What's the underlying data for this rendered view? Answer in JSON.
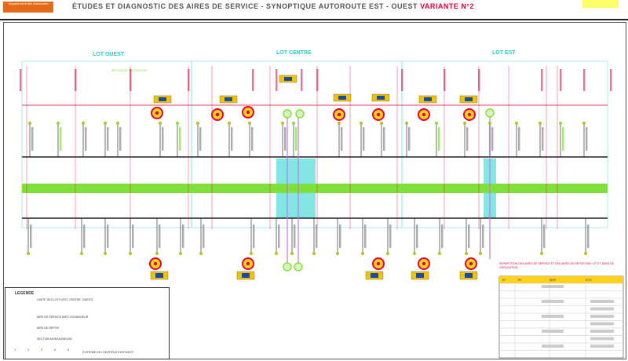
{
  "header": {
    "logo_text": "Département des Autoroutes",
    "title_grey": "ÉTUDES ET DIAGNOSTIC DES AIRES DE SERVICE - SYNOPTIQUE AUTOROUTE EST - OUEST",
    "title_red": "VARIANTE N°2"
  },
  "lots": [
    {
      "label": "LOT OUEST"
    },
    {
      "label": "LOT CENTRE"
    },
    {
      "label": "LOT EST"
    }
  ],
  "note_top": "SECTION DE L'AUTOROUTE",
  "legend": {
    "title": "LEGENDE",
    "items": [
      {
        "label": "LIMITE DES LOTS (EST, CENTRE, OUEST)"
      },
      {
        "label": "AIRE DE SERVICE AVEC ECHANGEUR"
      },
      {
        "label": "AIRE DE REPOS"
      },
      {
        "label": "SECTION MONTAGNEUSE"
      },
      {
        "label": "SYSTEME DE CONTRÔLE EXISTANTS"
      }
    ],
    "circles": [
      "1",
      "2",
      "3",
      "4",
      "5"
    ]
  },
  "table": {
    "title": "REPARTITION DES AIRES DE SERVICE ET DES AIRES DE REPOS PAR LOT ET SENS DE CIRCULATION",
    "headers": [
      "N°",
      "PK",
      "AIRE",
      "ECH"
    ]
  },
  "colors": {
    "lot_boundary": "#e0003a",
    "lot_label": "#2ec8c8",
    "median": "#7fe03a",
    "mountain": "#6fe0e0",
    "controls": "#c07ae0",
    "marker_ring": "#e0003a",
    "marker_fill": "#ffd21a",
    "wilaya_label": "#f2c400"
  }
}
